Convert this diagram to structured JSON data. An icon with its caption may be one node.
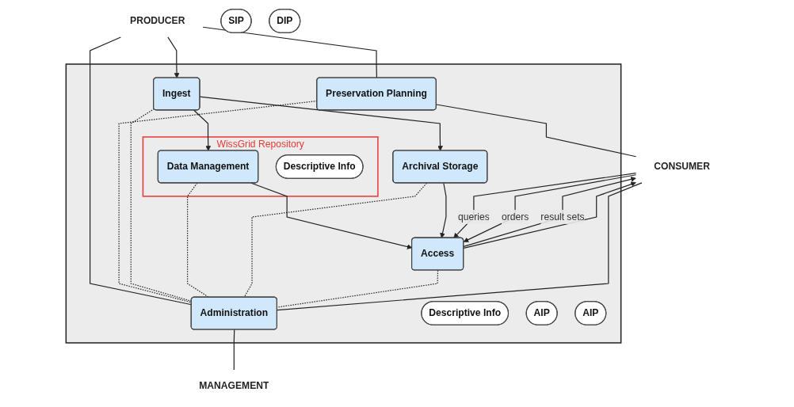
{
  "diagram": {
    "nodes": [
      {
        "text": [
          "PRODUCER"
        ]
      },
      {
        "text": [],
        "shape": "box"
      },
      {
        "text": [
          "Preservation Planning"
        ],
        "in": 1
      },
      {
        "text": [
          "WissGrid Repository"
        ],
        "in": 1
      },
      {
        "text": [
          "Descriptive Info"
        ],
        "in": 1
      },
      {
        "text": [
          "Data Management"
        ],
        "in": 3
      },
      {
        "text": [
          "Descriptive Info"
        ],
        "in": 3
      },
      {
        "text": [
          "Ingest"
        ],
        "in": 1
      },
      {
        "text": [
          "SIP"
        ]
      },
      {
        "text": [
          "Archival Storage"
        ],
        "in": 1
      },
      {
        "text": [
          "Access"
        ],
        "in": 1
      },
      {
        "text": [
          "AIP"
        ],
        "in": 1
      },
      {
        "text": [
          "AIP"
        ],
        "in": 1
      },
      {
        "text": [
          "DIP"
        ]
      },
      {
        "text": [
          "Administration"
        ],
        "in": 1
      },
      {
        "text": [
          "CONSUMER"
        ]
      },
      {
        "text": [
          "MANAGEMENT"
        ]
      }
    ],
    "edges": [
      {
        "from": 0,
        "to": 2,
        "arrow": "none"
      },
      {
        "from": 0,
        "to": 7,
        "arrow": "to"
      },
      {
        "from": 0,
        "to": 14,
        "arrow": "none"
      },
      {
        "from": 7,
        "to": 5,
        "arrow": "to"
      },
      {
        "from": 7,
        "to": 9,
        "arrow": "to"
      },
      {
        "from": 5,
        "to": 10,
        "arrow": "to"
      },
      {
        "from": 9,
        "to": 10,
        "arrow": "to"
      },
      {
        "from": 15,
        "to": 10,
        "arrow": "to",
        "label": "queries"
      },
      {
        "from": 10,
        "to": 15,
        "arrow": "to",
        "label": "result sets"
      },
      {
        "from": 15,
        "to": 10,
        "arrow": "to",
        "label": "orders"
      },
      {
        "from": 10,
        "to": 15,
        "arrow": "to"
      },
      {
        "from": 2,
        "to": 15,
        "arrow": "none"
      },
      {
        "from": 14,
        "to": 15,
        "arrow": "none"
      },
      {
        "from": 14,
        "to": 16,
        "arrow": "none"
      },
      {
        "from": 2,
        "to": 14,
        "arrow": "none",
        "style": "dashed"
      },
      {
        "from": 7,
        "to": 14,
        "arrow": "none",
        "style": "dashed"
      },
      {
        "from": 5,
        "to": 14,
        "arrow": "none",
        "style": "dashed"
      },
      {
        "from": 9,
        "to": 14,
        "arrow": "none",
        "style": "dashed"
      },
      {
        "from": 10,
        "to": 14,
        "arrow": "none",
        "style": "dashed"
      }
    ]
  }
}
